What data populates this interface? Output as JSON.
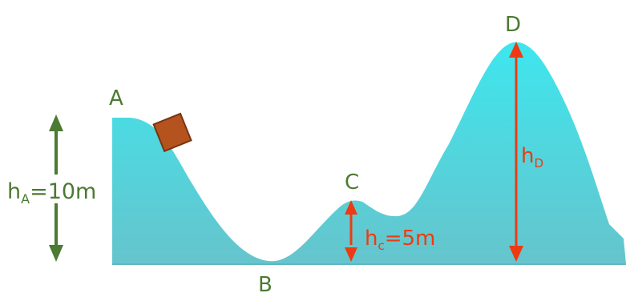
{
  "labels": {
    "point_a": "A",
    "point_b": "B",
    "point_c": "C",
    "point_d": "D"
  },
  "heights": {
    "h_a": {
      "base": "h",
      "sub": "A",
      "value": "=10m"
    },
    "h_c": {
      "base": "h",
      "sub": "c",
      "value": "=5m"
    },
    "h_d": {
      "base": "h",
      "sub": "D"
    }
  },
  "colors": {
    "terrain_top": "#3ee6ee",
    "terrain_bottom": "#66c4cc",
    "point_labels": "#4b7a32",
    "arrow_green": "#4b7a32",
    "arrow_red": "#ee3a12",
    "block": "#b4531e",
    "block_edge": "#7a3410"
  },
  "icons": {
    "block": "block-icon"
  }
}
